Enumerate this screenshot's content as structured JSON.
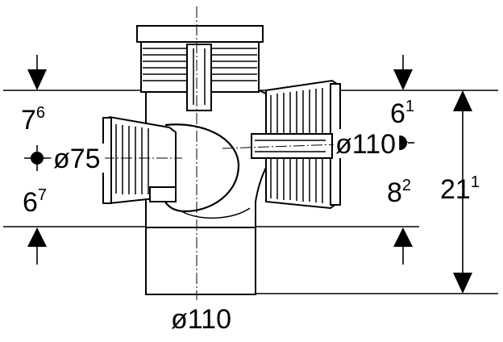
{
  "dimensions": {
    "left_top": {
      "main": "7",
      "sup": "6"
    },
    "left_bottom": {
      "main": "6",
      "sup": "7"
    },
    "right_top": {
      "main": "6",
      "sup": "1"
    },
    "right_bottom": {
      "main": "8",
      "sup": "2"
    },
    "overall_height": {
      "main": "21",
      "sup": "1"
    }
  },
  "diameters": {
    "side_left": "ø75",
    "side_right": "ø110",
    "main_bottom": "ø110"
  }
}
